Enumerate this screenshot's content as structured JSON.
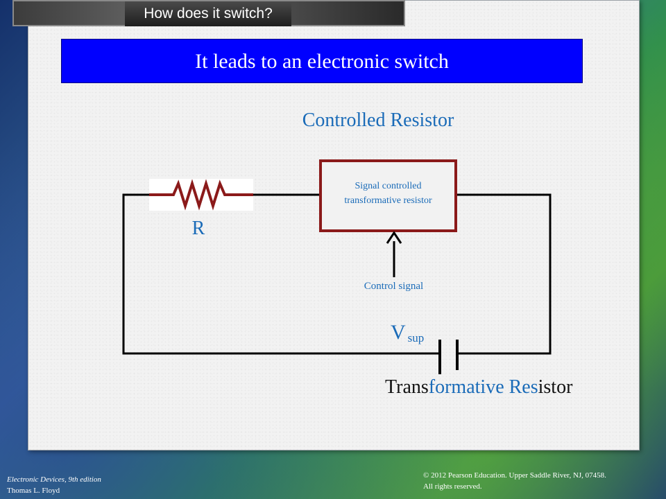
{
  "header": {
    "tab_title": "How does it switch?"
  },
  "title_bar": {
    "text": "It leads to an electronic switch"
  },
  "diagram": {
    "subheading": "Controlled Resistor",
    "box_text_line1": "Signal controlled",
    "box_text_line2": "transformative resistor",
    "resistor_label": "R",
    "control_label": "Control signal",
    "supply_label": "V",
    "supply_subscript": "sup",
    "caption_parts": [
      "Trans",
      "formative",
      " ",
      "Res",
      "istor"
    ]
  },
  "footer": {
    "edition": "Electronic Devices, 9th edition",
    "author": "Thomas L. Floyd",
    "copyright_line1": "© 2012 Pearson Education. Upper Saddle River, NJ,  07458.",
    "copyright_line2": "All rights reserved."
  },
  "colors": {
    "title_bar_bg": "#0000ff",
    "label_blue": "#1a6bb8",
    "resistor_red": "#8b1a1a",
    "wire": "#000000"
  }
}
